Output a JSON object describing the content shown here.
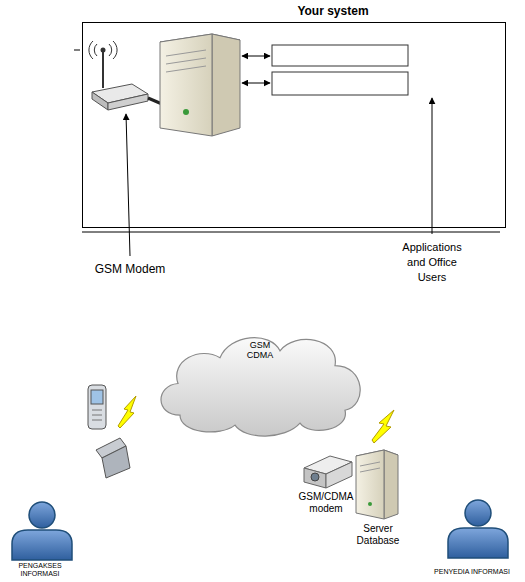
{
  "diagram": {
    "nodes": [
      {
        "text": [
          "Your system"
        ]
      },
      {
        "text": [
          "GSM CDMA"
        ]
      }
    ],
    "labels": [
      "GSM Modem",
      "Applications and Office Users",
      "PENGAKSES INFORMASI",
      "GSM/CDMA modem",
      "Server Database",
      "PENYEDIA INFORMASI"
    ]
  }
}
